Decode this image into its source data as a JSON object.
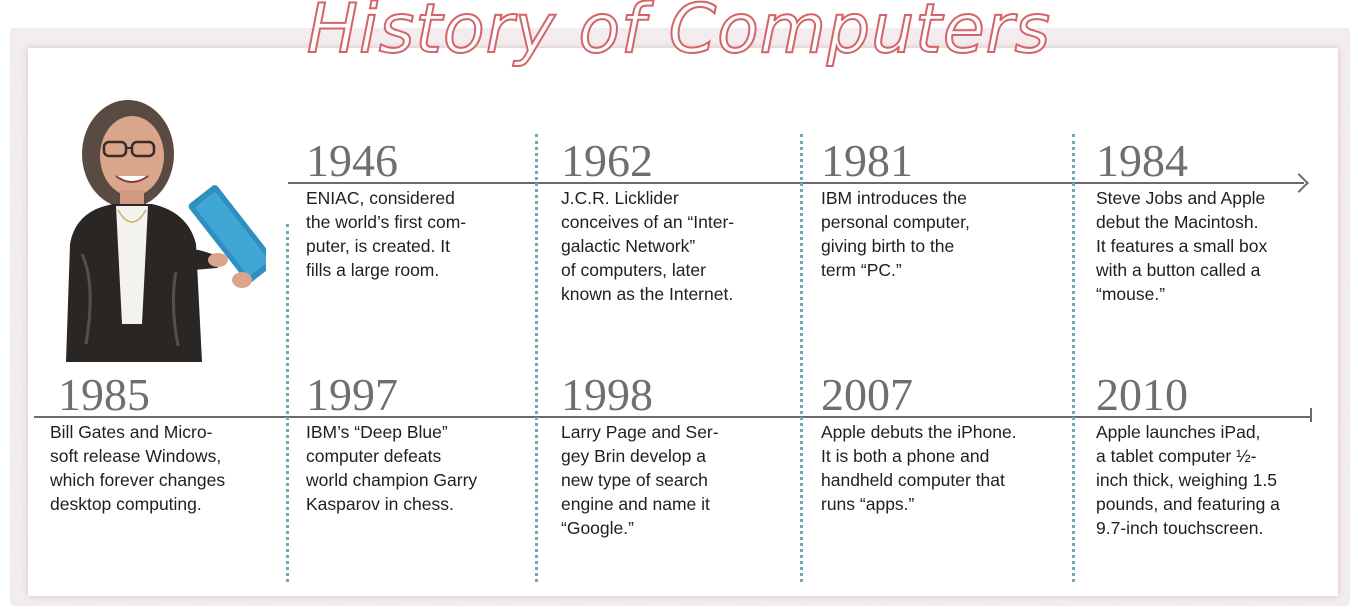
{
  "title": "History of Computers",
  "top_row": [
    {
      "year": "1946",
      "text": "ENIAC, considered\nthe world’s first com-\nputer, is created. It\nfills a large room."
    },
    {
      "year": "1962",
      "text": "J.C.R. Licklider\nconceives of an “Inter-\ngalactic Network”\nof computers, later\nknown as the Internet."
    },
    {
      "year": "1981",
      "text": "IBM introduces the\npersonal computer,\ngiving birth to the\nterm “PC.”"
    },
    {
      "year": "1984",
      "text": "Steve Jobs and Apple\ndebut the Macintosh.\nIt features a small box\nwith a button called a\n“mouse.”"
    }
  ],
  "bottom_row": [
    {
      "year": "1985",
      "text": "Bill Gates and Micro-\nsoft release Windows,\nwhich forever changes\ndesktop computing."
    },
    {
      "year": "1997",
      "text": "IBM’s “Deep Blue”\ncomputer defeats\nworld champion Garry\nKasparov in chess."
    },
    {
      "year": "1998",
      "text": "Larry Page and Ser-\ngey Brin develop a\nnew type of search\nengine and name it\n“Google.”"
    },
    {
      "year": "2007",
      "text": "Apple debuts the iPhone.\nIt is both a phone and\nhandheld computer that\nruns “apps.”"
    },
    {
      "year": "2010",
      "text": "Apple launches iPad,\na tablet computer ½-\ninch thick, weighing 1.5\npounds, and featuring a\n9.7-inch touchscreen."
    }
  ],
  "colors": {
    "title_outline": "#d4646a",
    "divider": "#6fa9b3",
    "year": "#6f6f6f",
    "tablet": "#2f8fc0"
  }
}
